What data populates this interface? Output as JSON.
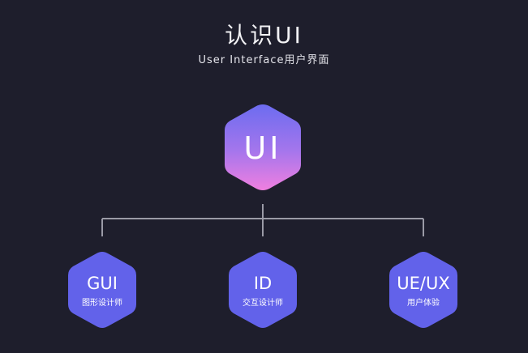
{
  "header": {
    "title": "认识UI",
    "subtitle": "User Interface用户界面"
  },
  "root_node": {
    "label": "UI"
  },
  "child_nodes": [
    {
      "label": "GUI",
      "sublabel": "图形设计师"
    },
    {
      "label": "ID",
      "sublabel": "交互设计师"
    },
    {
      "label": "UE/UX",
      "sublabel": "用户体验"
    }
  ],
  "colors": {
    "background": "#1e1e2c",
    "root_gradient_top": "#6c6cf0",
    "root_gradient_bottom": "#f07fe0",
    "child_fill": "#6262ea",
    "connector": "#9a9aa6"
  }
}
